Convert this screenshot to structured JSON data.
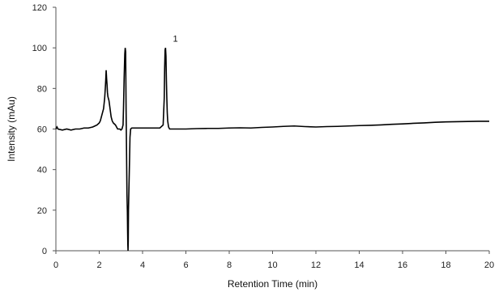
{
  "chart_data": {
    "type": "line",
    "title": "",
    "xlabel": "Retention Time (min)",
    "ylabel": "Intensity (mAu)",
    "xlim": [
      0,
      20
    ],
    "ylim": [
      0,
      120
    ],
    "x_ticks": [
      0,
      2,
      4,
      6,
      8,
      10,
      12,
      14,
      16,
      18,
      20
    ],
    "y_ticks": [
      0,
      20,
      40,
      60,
      80,
      100,
      120
    ],
    "x_tick_labels": [
      "0",
      "2",
      "4",
      "6",
      "8",
      "10",
      "12",
      "14",
      "16",
      "18",
      "20"
    ],
    "y_tick_labels": [
      "0",
      "20",
      "40",
      "60",
      "80",
      "100",
      "120"
    ],
    "grid": false,
    "legend": "none",
    "line_color": "#000000",
    "annotations": [
      {
        "text": "1",
        "x": 5.4,
        "y": 103
      }
    ],
    "series": [
      {
        "x": [
          0,
          0.05,
          0.1,
          0.3,
          0.5,
          0.7,
          0.9,
          1.1,
          1.3,
          1.5,
          1.7,
          1.8,
          1.9,
          2.0,
          2.05,
          2.1,
          2.15,
          2.2,
          2.25,
          2.28,
          2.3,
          2.32,
          2.34,
          2.36,
          2.38,
          2.4,
          2.45,
          2.5,
          2.55,
          2.6,
          2.65,
          2.7,
          2.75,
          2.8,
          2.85,
          2.9,
          2.95,
          3.0,
          3.05,
          3.1,
          3.12,
          3.15,
          3.18,
          3.2,
          3.22,
          3.24,
          3.26,
          3.28,
          3.3,
          3.31,
          3.32,
          3.33,
          3.34,
          3.35,
          3.37,
          3.4,
          3.42,
          3.45,
          3.5,
          3.55,
          3.6,
          3.7,
          3.8,
          4.0,
          4.2,
          4.4,
          4.6,
          4.8,
          4.95,
          5.0,
          5.02,
          5.04,
          5.06,
          5.08,
          5.1,
          5.12,
          5.14,
          5.16,
          5.2,
          5.25,
          5.3,
          5.4,
          5.6,
          5.8,
          6.0,
          6.5,
          7.0,
          7.5,
          8.0,
          8.5,
          9.0,
          9.5,
          10.0,
          10.5,
          11.0,
          11.5,
          12.0,
          12.5,
          13.0,
          13.5,
          14.0,
          14.5,
          15.0,
          15.5,
          16.0,
          16.5,
          17.0,
          17.5,
          18.0,
          18.5,
          19.0,
          19.5,
          20.0
        ],
        "y": [
          60,
          61,
          60,
          59.5,
          60,
          59.5,
          60,
          60,
          60.5,
          60.5,
          61,
          61.5,
          62,
          63,
          64,
          66,
          68,
          70,
          75,
          80,
          84,
          89,
          85,
          82,
          78,
          76,
          74,
          70,
          66,
          64,
          63,
          62.5,
          62,
          61,
          60,
          60,
          60,
          59.5,
          60,
          62,
          70,
          85,
          97,
          100,
          98,
          70,
          50,
          28,
          19,
          10,
          3,
          0,
          5,
          20,
          30,
          45,
          56,
          60,
          60.5,
          60.5,
          60.5,
          60.5,
          60.5,
          60.5,
          60.5,
          60.5,
          60.5,
          60.5,
          62,
          75,
          90,
          99,
          100,
          96,
          84,
          75,
          68,
          64,
          61,
          60,
          60,
          60,
          60,
          60,
          60,
          60.2,
          60.3,
          60.3,
          60.5,
          60.6,
          60.5,
          60.8,
          61,
          61.3,
          61.5,
          61.2,
          61,
          61.2,
          61.3,
          61.5,
          61.7,
          61.8,
          62,
          62.3,
          62.5,
          62.8,
          63,
          63.3,
          63.5,
          63.6,
          63.7,
          63.8,
          63.8
        ]
      }
    ]
  }
}
